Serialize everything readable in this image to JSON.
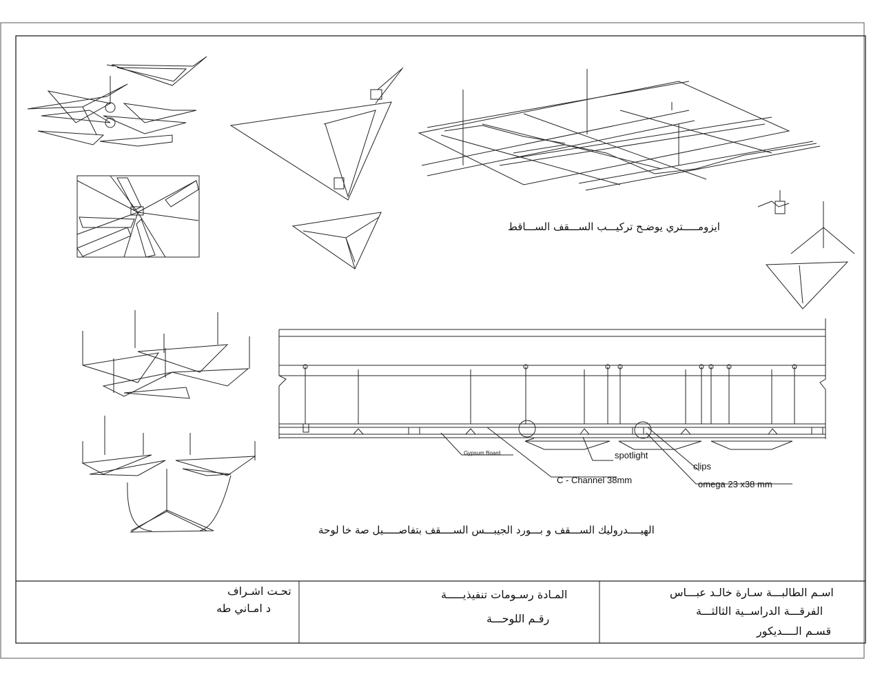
{
  "captions": {
    "isometric": "ايزومـــــتري يوضـح تركيـــب الســـقف الســـاقط",
    "section": "الهيــــدروليك الســـقف و بـــورد الجيبـــس الســــقف بتفاصـــــيل صة خا لوحة"
  },
  "labels": {
    "gypsum_board": "Gypsum Board",
    "spotlight": "spotlight",
    "c_channel": "C - Channel 38mm",
    "clips": "clips",
    "omega": "omega 23 x38 mm"
  },
  "title_block": {
    "student_name": "اسـم الطالبـــة سـارة خالـد عبـــاس",
    "year": "الفرقـــة الدراســية الثالثـــة",
    "department": "قسـم الــــديكور",
    "subject": "المـادة رسـومات تنفيذيـــــة",
    "sheet_number": "رقـم اللوحـــة",
    "supervision": "تحـت اشـراف",
    "supervisor": "د امـاني طه"
  }
}
